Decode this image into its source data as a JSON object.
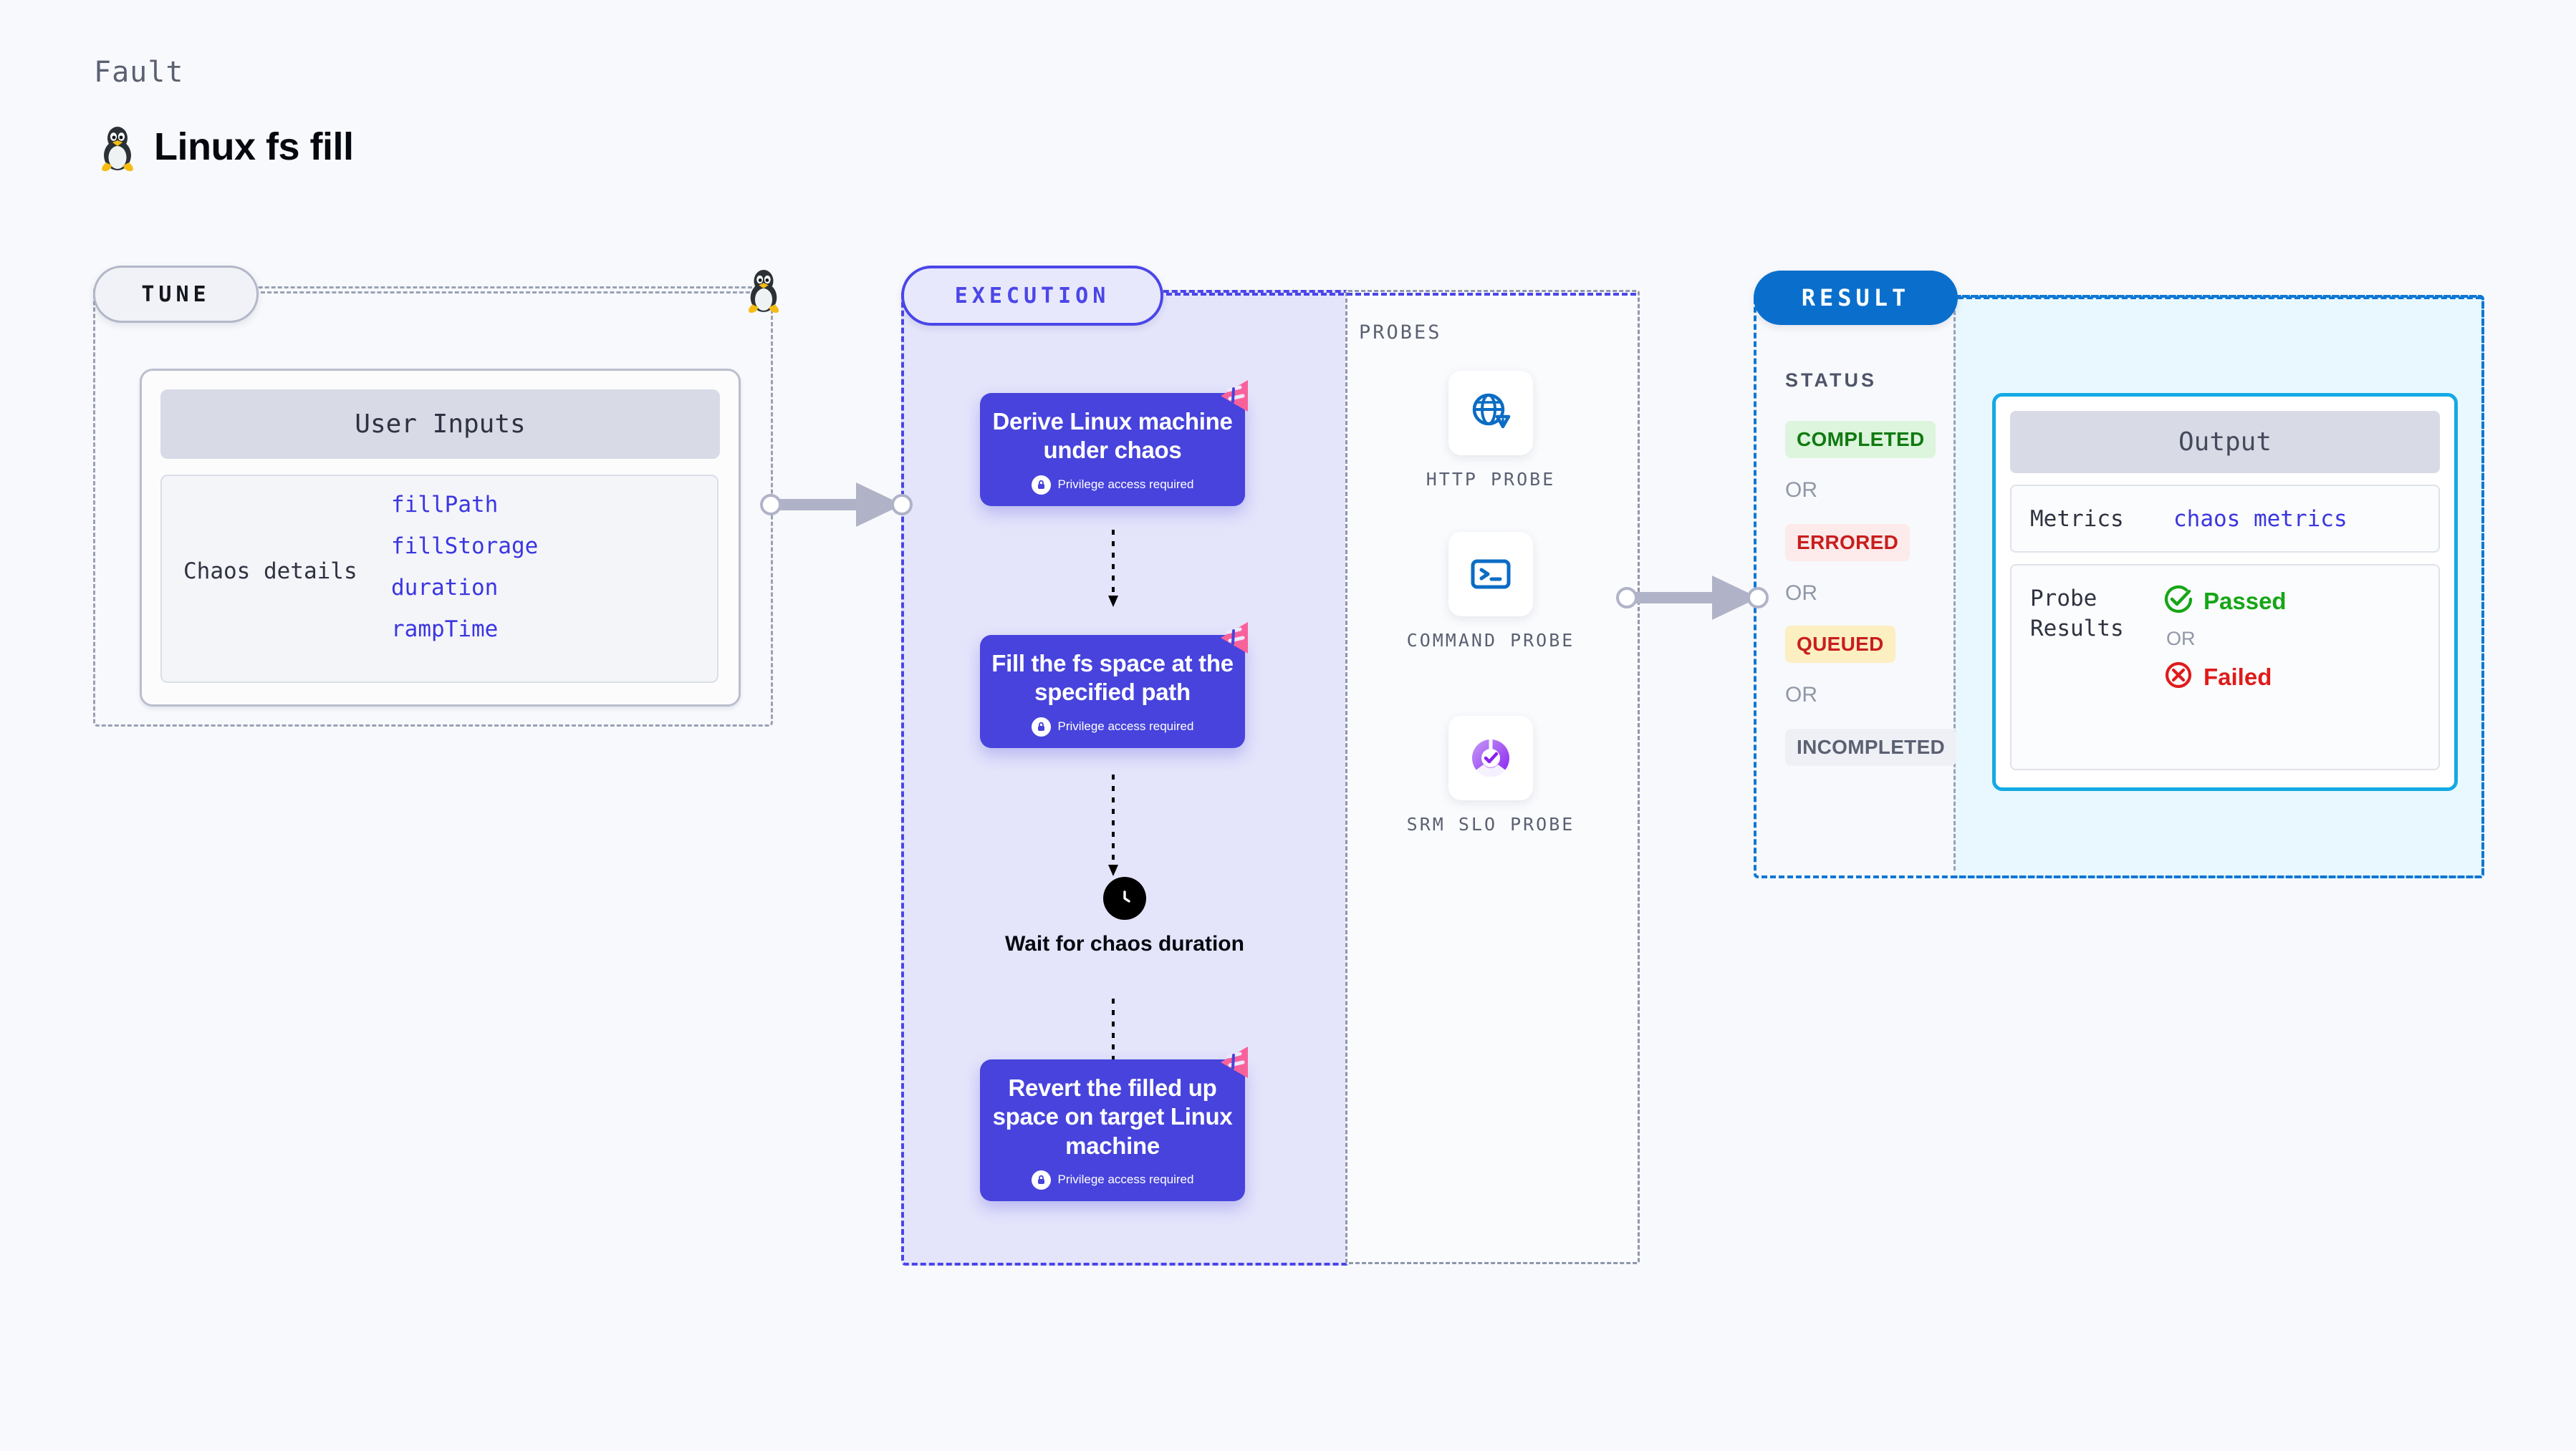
{
  "header": {
    "fault_label": "Fault",
    "fault_title": "Linux fs fill",
    "os_icon": "linux-penguin-icon"
  },
  "tune": {
    "pill_label": "TUNE",
    "penguin_icon": "linux-penguin-icon",
    "user_inputs_header": "User Inputs",
    "chaos_details_label": "Chaos details",
    "chaos_details_values": [
      "fillPath",
      "fillStorage",
      "duration",
      "rampTime"
    ]
  },
  "execution": {
    "pill_label": "EXECUTION",
    "steps": [
      {
        "title": "Derive Linux machine under chaos",
        "privilege_note": "Privilege access required",
        "badge_icon": "chaos-triangle-icon",
        "lock_icon": "lock-icon"
      },
      {
        "title": "Fill the fs space at the specified path",
        "privilege_note": "Privilege access required",
        "badge_icon": "chaos-triangle-icon",
        "lock_icon": "lock-icon"
      },
      {
        "title": "Revert the filled up space on target Linux machine",
        "privilege_note": "Privilege access required",
        "badge_icon": "chaos-triangle-icon",
        "lock_icon": "lock-icon"
      }
    ],
    "wait_node": {
      "icon": "clock-icon",
      "label": "Wait for chaos duration"
    }
  },
  "probes": {
    "section_label": "PROBES",
    "items": [
      {
        "caption": "HTTP PROBE",
        "icon": "globe-warning-icon"
      },
      {
        "caption": "COMMAND PROBE",
        "icon": "terminal-icon"
      },
      {
        "caption": "SRM SLO PROBE",
        "icon": "srm-slo-check-icon"
      }
    ]
  },
  "result": {
    "pill_label": "RESULT",
    "status_label": "STATUS",
    "or_label": "OR",
    "statuses": [
      {
        "label": "COMPLETED",
        "bg": "#dcf5dc",
        "fg": "#117a11"
      },
      {
        "label": "ERRORED",
        "bg": "#fdeaea",
        "fg": "#c81e1e"
      },
      {
        "label": "QUEUED",
        "bg": "#fcefc2",
        "fg": "#c81e1e"
      },
      {
        "label": "INCOMPLETED",
        "bg": "#eff0f6",
        "fg": "#5b6172"
      }
    ],
    "output": {
      "header": "Output",
      "metrics_key": "Metrics",
      "metrics_value": "chaos metrics",
      "probe_results_key": "Probe Results",
      "passed_label": "Passed",
      "failed_label": "Failed",
      "or_label": "OR",
      "passed_icon": "check-circle-icon",
      "failed_icon": "x-circle-icon"
    }
  },
  "colors": {
    "page_bg": "#f8f9fc",
    "card_blue": "#4743dc",
    "execution_fill": "#e4e4fb",
    "execution_border": "#4a46e8",
    "result_border": "#0f77d4",
    "result_tint": "#e9f8fe",
    "result_pill": "#0a6fcc",
    "output_border": "#13aae4",
    "chaos_pink": "#f9619a",
    "muted_text": "#5b6172",
    "accent_violet": "#3b36e0"
  }
}
